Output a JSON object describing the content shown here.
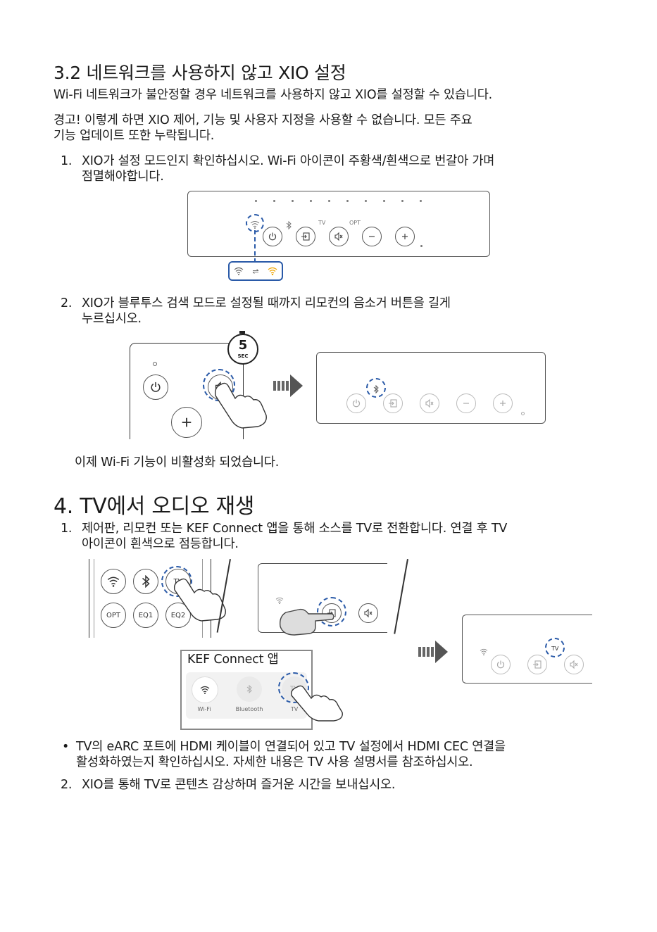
{
  "section32": {
    "title": "3.2 네트워크를 사용하지 않고 XIO 설정",
    "intro": "Wi-Fi 네트워크가 불안정할 경우 네트워크를 사용하지 않고 XIO를 설정할 수 있습니다.",
    "warning_line1": "경고! 이렇게 하면 XIO 제어, 기능 및 사용자 지정을 사용할 수 없습니다. 모든 주요",
    "warning_line2": "기능 업데이트 또한 누락됩니다.",
    "step1_num": "1.",
    "step1_line1": "XIO가 설정 모드인지 확인하십시오. Wi-Fi 아이콘이 주황색/흰색으로 번갈아 가며",
    "step1_line2": "점멸해야합니다.",
    "step2_num": "2.",
    "step2_line1": "XIO가 블루투스 검색 모드로 설정될 때까지 리모컨의 음소거 버튼을 길게",
    "step2_line2": "누르십시오.",
    "timer_value": "5",
    "timer_unit": "SEC",
    "result": "이제 Wi-Fi 기능이 비활성화 되었습니다."
  },
  "section4": {
    "title": "4. TV에서 오디오 재생",
    "step1_num": "1.",
    "step1_line1": "제어판, 리모컨 또는 KEF Connect 앱을 통해 소스를 TV로 전환합니다. 연결 후 TV",
    "step1_line2": "아이콘이 흰색으로 점등합니다.",
    "app_label": "KEF Connect 앱",
    "app_sources": [
      "Wi-Fi",
      "Bluetooth",
      "TV"
    ],
    "bullet": "•",
    "bullet_line1": "TV의 eARC 포트에 HDMI 케이블이 연결되어 있고 TV 설정에서 HDMI CEC 연결을",
    "bullet_line2": "활성화하였는지 확인하십시오. 자세한 내용은 TV 사용 설명서를 참조하십시오.",
    "step2_num": "2.",
    "step2_line1": "XIO를 통해 TV로 콘텐츠 감상하며 즐거운 시간을 보내십시오."
  },
  "panel_labels": {
    "tv": "TV",
    "opt": "OPT"
  },
  "remote_labels": {
    "tv": "TV",
    "opt": "OPT",
    "eq1": "EQ1",
    "eq2": "EQ2"
  },
  "colors": {
    "dashed_highlight": "#2a5aa8",
    "wifi_orange": "#f0a500"
  }
}
